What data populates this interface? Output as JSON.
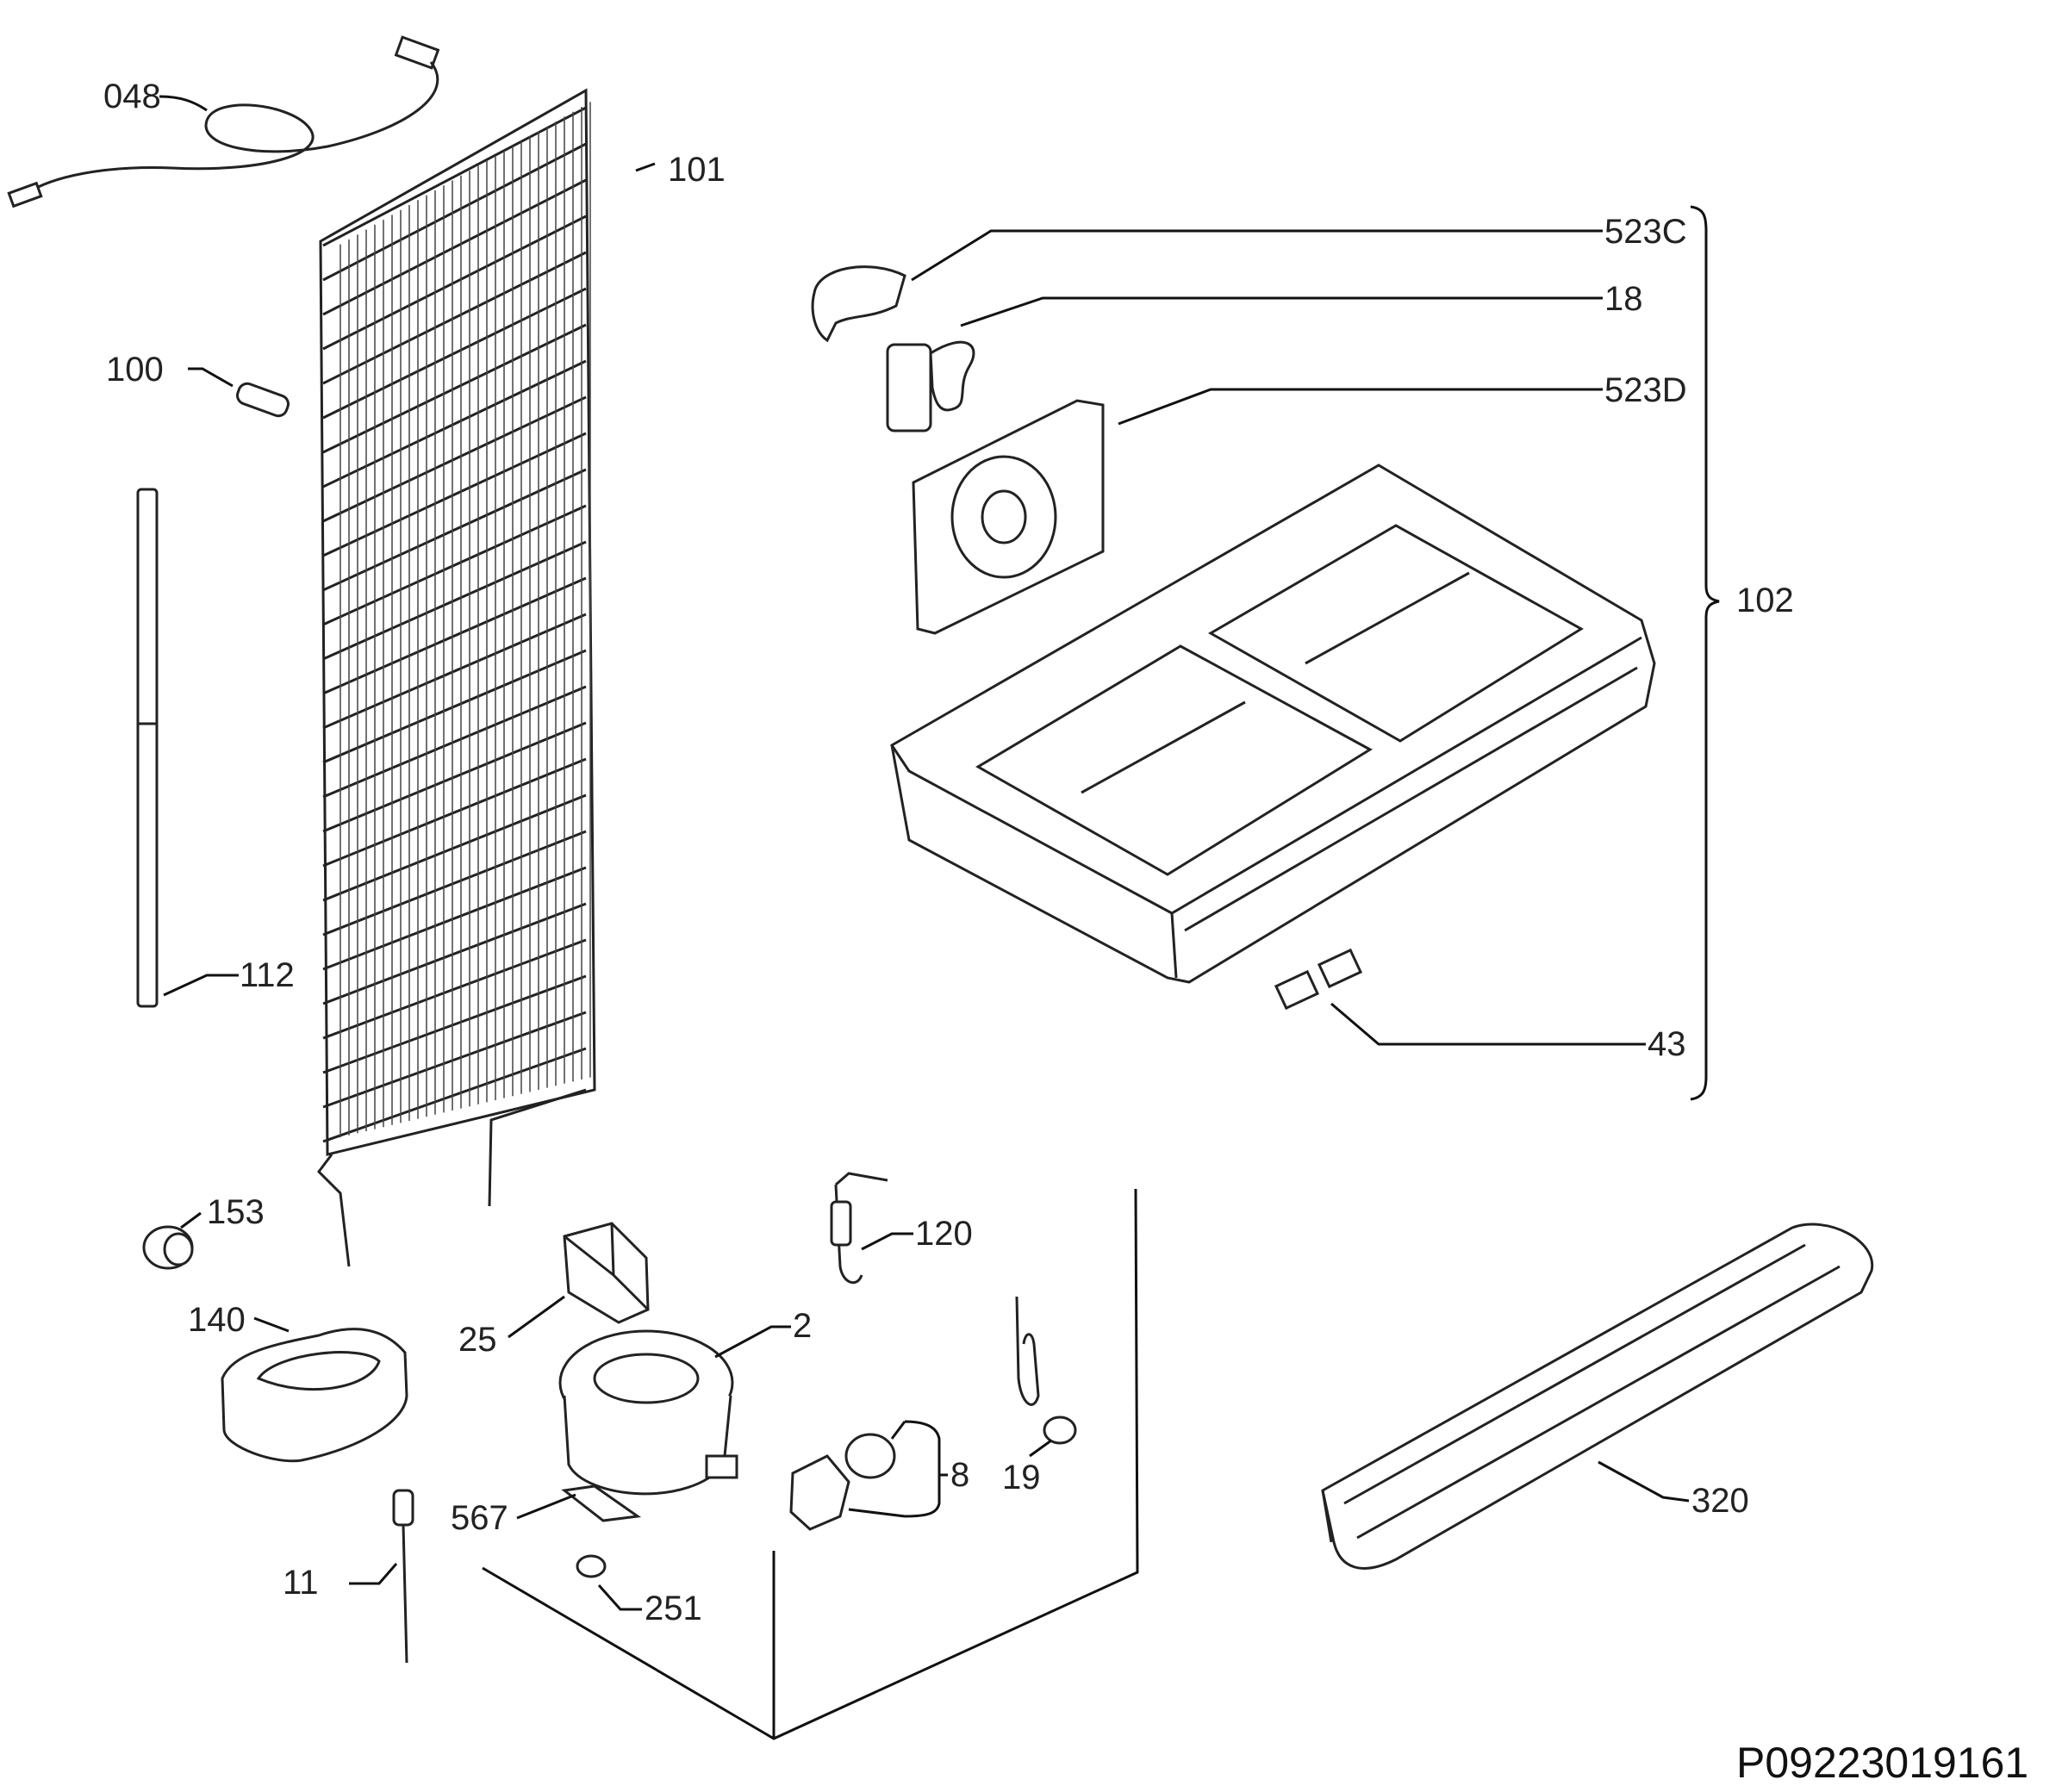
{
  "diagram": {
    "drawing_code": "P09223019161",
    "labels": {
      "p048": "048",
      "p101": "101",
      "p100": "100",
      "p112": "112",
      "p153": "153",
      "p140": "140",
      "p11": "11",
      "p25": "25",
      "p2": "2",
      "p567": "567",
      "p251": "251",
      "p120": "120",
      "p8": "8",
      "p19": "19",
      "p320": "320",
      "p523c": "523C",
      "p18": "18",
      "p523d": "523D",
      "p102": "102",
      "p43": "43"
    }
  }
}
